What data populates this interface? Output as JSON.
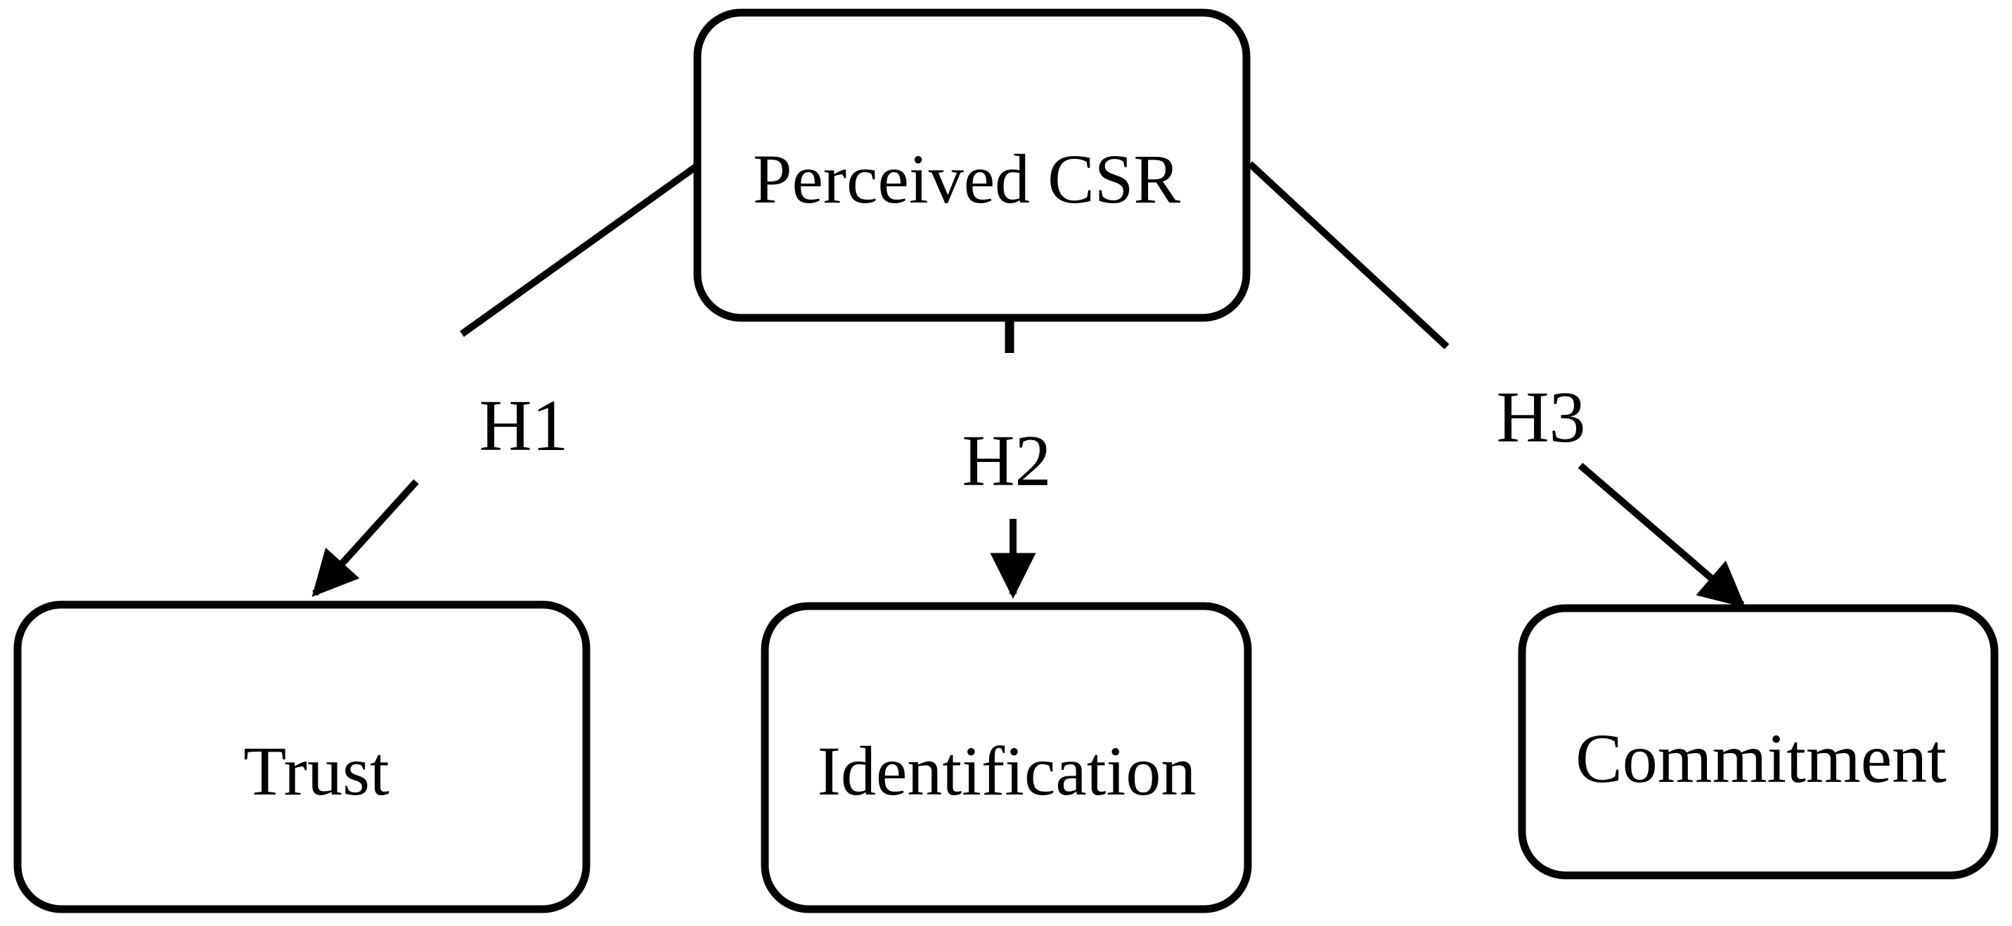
{
  "diagram": {
    "type": "conceptual-model",
    "background_color": "#ffffff",
    "stroke_color": "#000000",
    "text_color": "#000000",
    "nodes": {
      "perceived_csr": {
        "label": "Perceived CSR",
        "role": "independent-variable"
      },
      "trust": {
        "label": "Trust",
        "role": "dependent-variable"
      },
      "identification": {
        "label": "Identification",
        "role": "dependent-variable"
      },
      "commitment": {
        "label": "Commitment",
        "role": "dependent-variable"
      }
    },
    "edges": [
      {
        "label": "H1",
        "from": "Perceived CSR",
        "to": "Trust"
      },
      {
        "label": "H2",
        "from": "Perceived CSR",
        "to": "Identification"
      },
      {
        "label": "H3",
        "from": "Perceived CSR",
        "to": "Commitment"
      }
    ]
  }
}
